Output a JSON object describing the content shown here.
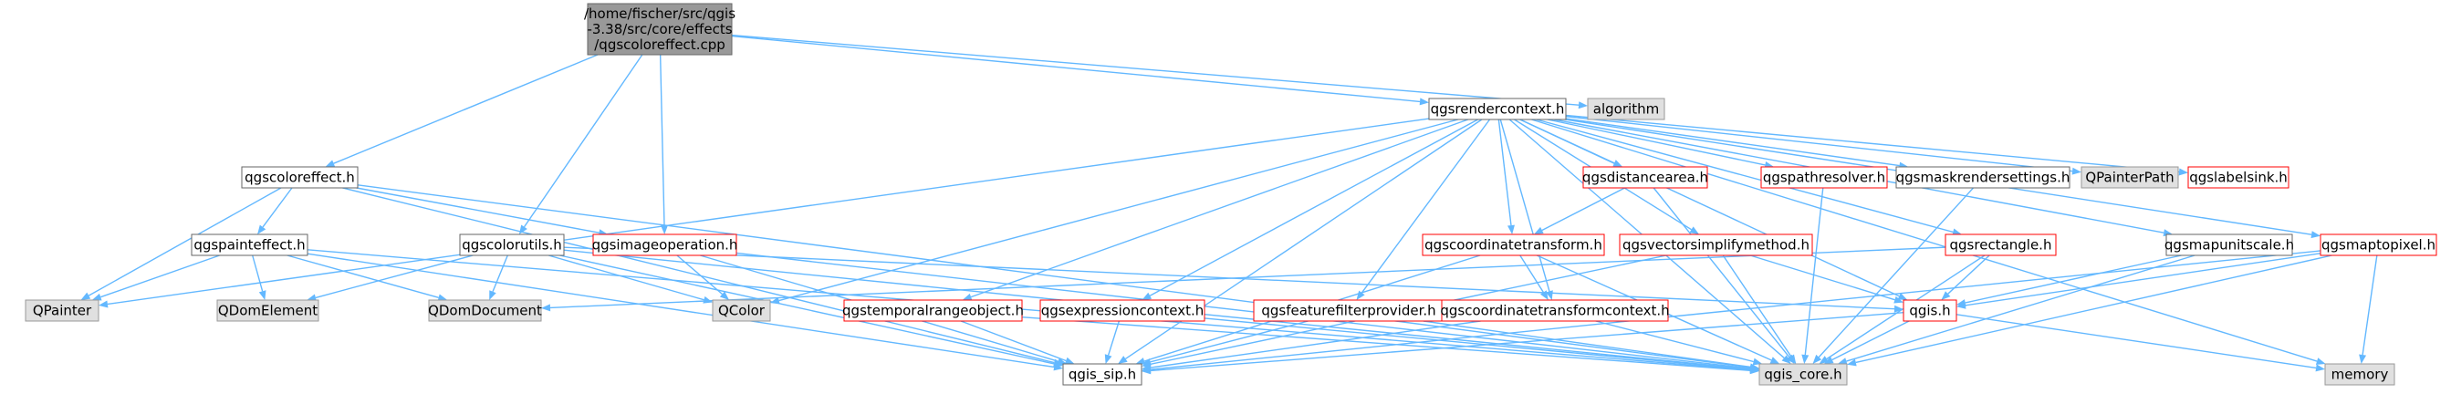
{
  "diagram": {
    "colors": {
      "edge": "#63b8ff",
      "root_fill": "#999999",
      "normal_border": "#666666",
      "system_fill": "#e0e0e0",
      "truncated_border": "#ff0000"
    },
    "nodes": [
      {
        "id": "root",
        "lines": [
          "/home/fischer/src/qgis",
          "-3.38/src/core/effects",
          "/qgscoloreffect.cpp"
        ],
        "kind": "root"
      },
      {
        "id": "qgscoloreffect",
        "lines": [
          "qgscoloreffect.h"
        ],
        "kind": "normal"
      },
      {
        "id": "qgspainteffect",
        "lines": [
          "qgspainteffect.h"
        ],
        "kind": "normal"
      },
      {
        "id": "qgscolorutils",
        "lines": [
          "qgscolorutils.h"
        ],
        "kind": "normal"
      },
      {
        "id": "qgsimageoperation",
        "lines": [
          "qgsimageoperation.h"
        ],
        "kind": "truncated"
      },
      {
        "id": "qgsrendercontext",
        "lines": [
          "qgsrendercontext.h"
        ],
        "kind": "normal"
      },
      {
        "id": "algorithm",
        "lines": [
          "algorithm"
        ],
        "kind": "system"
      },
      {
        "id": "qpainter",
        "lines": [
          "QPainter"
        ],
        "kind": "system"
      },
      {
        "id": "qdomelement",
        "lines": [
          "QDomElement"
        ],
        "kind": "system"
      },
      {
        "id": "qdomdocument",
        "lines": [
          "QDomDocument"
        ],
        "kind": "system"
      },
      {
        "id": "qcolor",
        "lines": [
          "QColor"
        ],
        "kind": "system"
      },
      {
        "id": "qgsdistancearea",
        "lines": [
          "qgsdistancearea.h"
        ],
        "kind": "truncated"
      },
      {
        "id": "qgspathresolver",
        "lines": [
          "qgspathresolver.h"
        ],
        "kind": "truncated"
      },
      {
        "id": "qgsmaskrendersettings",
        "lines": [
          "qgsmaskrendersettings.h"
        ],
        "kind": "normal"
      },
      {
        "id": "qpainterpath",
        "lines": [
          "QPainterPath"
        ],
        "kind": "system"
      },
      {
        "id": "qgslabelsink",
        "lines": [
          "qgslabelsink.h"
        ],
        "kind": "truncated"
      },
      {
        "id": "qgscoordinatetransform",
        "lines": [
          "qgscoordinatetransform.h"
        ],
        "kind": "truncated"
      },
      {
        "id": "qgsvectorsimplifymethod",
        "lines": [
          "qgsvectorsimplifymethod.h"
        ],
        "kind": "truncated"
      },
      {
        "id": "qgsrectangle",
        "lines": [
          "qgsrectangle.h"
        ],
        "kind": "truncated"
      },
      {
        "id": "qgsmapunitscale",
        "lines": [
          "qgsmapunitscale.h"
        ],
        "kind": "normal"
      },
      {
        "id": "qgsmaptopixel",
        "lines": [
          "qgsmaptopixel.h"
        ],
        "kind": "truncated"
      },
      {
        "id": "qgstemporalrangeobject",
        "lines": [
          "qgstemporalrangeobject.h"
        ],
        "kind": "truncated"
      },
      {
        "id": "qgsexpressioncontext",
        "lines": [
          "qgsexpressioncontext.h"
        ],
        "kind": "truncated"
      },
      {
        "id": "qgsfeaturefilterprovider",
        "lines": [
          "qgsfeaturefilterprovider.h"
        ],
        "kind": "truncated"
      },
      {
        "id": "qgscoordinatetransformcontext",
        "lines": [
          "qgscoordinatetransformcontext.h"
        ],
        "kind": "truncated"
      },
      {
        "id": "qgis",
        "lines": [
          "qgis.h"
        ],
        "kind": "truncated"
      },
      {
        "id": "qgis_sip",
        "lines": [
          "qgis_sip.h"
        ],
        "kind": "normal"
      },
      {
        "id": "qgis_core",
        "lines": [
          "qgis_core.h"
        ],
        "kind": "system"
      },
      {
        "id": "memory",
        "lines": [
          "memory"
        ],
        "kind": "system"
      }
    ],
    "edges": [
      [
        "root",
        "qgscoloreffect"
      ],
      [
        "root",
        "qgscolorutils"
      ],
      [
        "root",
        "qgsimageoperation"
      ],
      [
        "root",
        "qgsrendercontext"
      ],
      [
        "root",
        "algorithm"
      ],
      [
        "qgscoloreffect",
        "qgspainteffect"
      ],
      [
        "qgscoloreffect",
        "qgsimageoperation"
      ],
      [
        "qgscoloreffect",
        "qpainter"
      ],
      [
        "qgscoloreffect",
        "qgis_sip"
      ],
      [
        "qgscoloreffect",
        "qgis_core"
      ],
      [
        "qgspainteffect",
        "qpainter"
      ],
      [
        "qgspainteffect",
        "qdomelement"
      ],
      [
        "qgspainteffect",
        "qdomdocument"
      ],
      [
        "qgspainteffect",
        "qgis_sip"
      ],
      [
        "qgspainteffect",
        "qgis_core"
      ],
      [
        "qgscolorutils",
        "qdomelement"
      ],
      [
        "qgscolorutils",
        "qdomdocument"
      ],
      [
        "qgscolorutils",
        "qcolor"
      ],
      [
        "qgscolorutils",
        "qgis"
      ],
      [
        "qgscolorutils",
        "qgis_sip"
      ],
      [
        "qgscolorutils",
        "qgis_core"
      ],
      [
        "qgsimageoperation",
        "qcolor"
      ],
      [
        "qgsimageoperation",
        "qgis_sip"
      ],
      [
        "qgsimageoperation",
        "qgis_core"
      ],
      [
        "qgsrendercontext",
        "qpainter"
      ],
      [
        "qgsrendercontext",
        "qcolor"
      ],
      [
        "qgsrendercontext",
        "qgsdistancearea"
      ],
      [
        "qgsrendercontext",
        "qgspathresolver"
      ],
      [
        "qgsrendercontext",
        "qgsmaskrendersettings"
      ],
      [
        "qgsrendercontext",
        "qpainterpath"
      ],
      [
        "qgsrendercontext",
        "qgslabelsink"
      ],
      [
        "qgsrendercontext",
        "qgscoordinatetransform"
      ],
      [
        "qgsrendercontext",
        "qgsvectorsimplifymethod"
      ],
      [
        "qgsrendercontext",
        "qgsrectangle"
      ],
      [
        "qgsrendercontext",
        "qgsmapunitscale"
      ],
      [
        "qgsrendercontext",
        "qgsmaptopixel"
      ],
      [
        "qgsrendercontext",
        "qgstemporalrangeobject"
      ],
      [
        "qgsrendercontext",
        "qgsexpressioncontext"
      ],
      [
        "qgsrendercontext",
        "qgsfeaturefilterprovider"
      ],
      [
        "qgsrendercontext",
        "qgscoordinatetransformcontext"
      ],
      [
        "qgsrendercontext",
        "qgis_sip"
      ],
      [
        "qgsrendercontext",
        "qgis_core"
      ],
      [
        "qgsrendercontext",
        "memory"
      ],
      [
        "qgsrendercontext",
        "qgis"
      ],
      [
        "qgsdistancearea",
        "qgscoordinatetransform"
      ],
      [
        "qgsdistancearea",
        "qgis_core"
      ],
      [
        "qgspathresolver",
        "qgis_core"
      ],
      [
        "qgsmaskrendersettings",
        "qgis_core"
      ],
      [
        "qgscoordinatetransform",
        "qgscoordinatetransformcontext"
      ],
      [
        "qgscoordinatetransform",
        "qgis_sip"
      ],
      [
        "qgscoordinatetransform",
        "qgis_core"
      ],
      [
        "qgsvectorsimplifymethod",
        "qgis"
      ],
      [
        "qgsvectorsimplifymethod",
        "qgis_sip"
      ],
      [
        "qgsvectorsimplifymethod",
        "qgis_core"
      ],
      [
        "qgsrectangle",
        "qdomdocument"
      ],
      [
        "qgsrectangle",
        "qgis"
      ],
      [
        "qgsrectangle",
        "qgis_core"
      ],
      [
        "qgsmapunitscale",
        "qgis"
      ],
      [
        "qgsmapunitscale",
        "qgis_core"
      ],
      [
        "qgsmaptopixel",
        "qgis"
      ],
      [
        "qgsmaptopixel",
        "memory"
      ],
      [
        "qgsmaptopixel",
        "qgis_sip"
      ],
      [
        "qgsmaptopixel",
        "qgis_core"
      ],
      [
        "qgstemporalrangeobject",
        "qgis_sip"
      ],
      [
        "qgstemporalrangeobject",
        "qgis_core"
      ],
      [
        "qgsexpressioncontext",
        "qgis_sip"
      ],
      [
        "qgsexpressioncontext",
        "qgis_core"
      ],
      [
        "qgsfeaturefilterprovider",
        "qgis_sip"
      ],
      [
        "qgsfeaturefilterprovider",
        "qgis_core"
      ],
      [
        "qgscoordinatetransformcontext",
        "qgis_sip"
      ],
      [
        "qgscoordinatetransformcontext",
        "qgis_core"
      ],
      [
        "qgis",
        "qgis_sip"
      ],
      [
        "qgis",
        "qgis_core"
      ],
      [
        "qgis",
        "memory"
      ]
    ]
  }
}
